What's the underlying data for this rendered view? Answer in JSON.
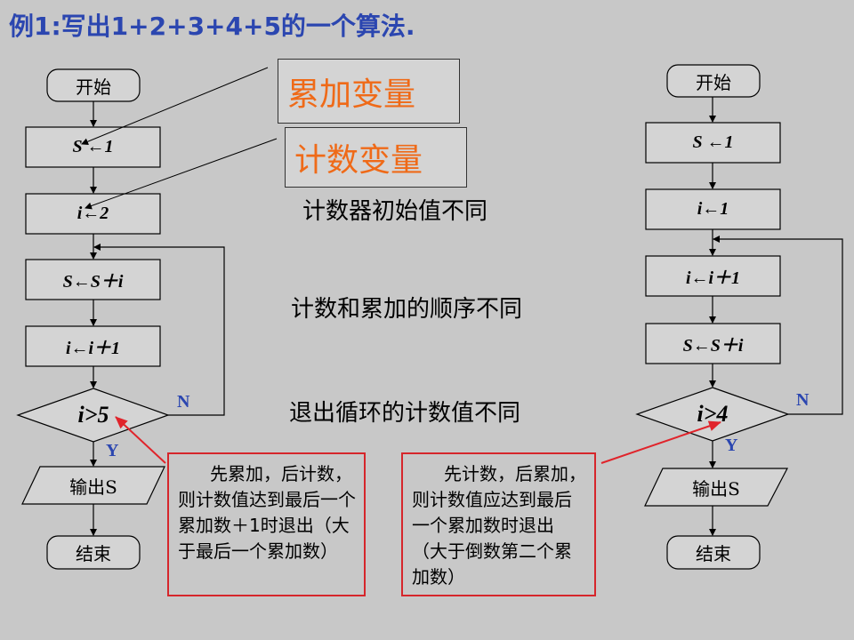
{
  "title": "例1:写出1+2+3+4+5的一个算法.",
  "left_flow": {
    "start": "开始",
    "s_init": "S ←1",
    "i_init": "i←2",
    "accumulate": "S←S＋i",
    "increment": "i←i＋1",
    "condition": "i>5",
    "yes": "Y",
    "no": "N",
    "output": "输出S",
    "end": "结束"
  },
  "right_flow": {
    "start": "开始",
    "s_init": "S ←1",
    "i_init": "i←1",
    "increment": "i←i＋1",
    "accumulate": "S←S＋i",
    "condition": "i>4",
    "yes": "Y",
    "no": "N",
    "output": "输出S",
    "end": "结束"
  },
  "callouts": {
    "accumulator": "累加变量",
    "counter": "计数变量"
  },
  "differences": [
    "计数器初始值不同",
    "计数和累加的顺序不同",
    "退出循环的计数值不同"
  ],
  "notes": {
    "left": "先累加，后计数，则计数值达到最后一个累加数＋1时退出（大于最后一个累加数）",
    "right": "先计数，后累加，则计数值应达到最后一个累加数时退出（大于倒数第二个累加数）"
  },
  "colors": {
    "background": "#c8c8c8",
    "title": "#2b46b0",
    "callout_text": "#ef6a18",
    "note_border": "#d6262b",
    "arrow_red": "#e0242b"
  }
}
